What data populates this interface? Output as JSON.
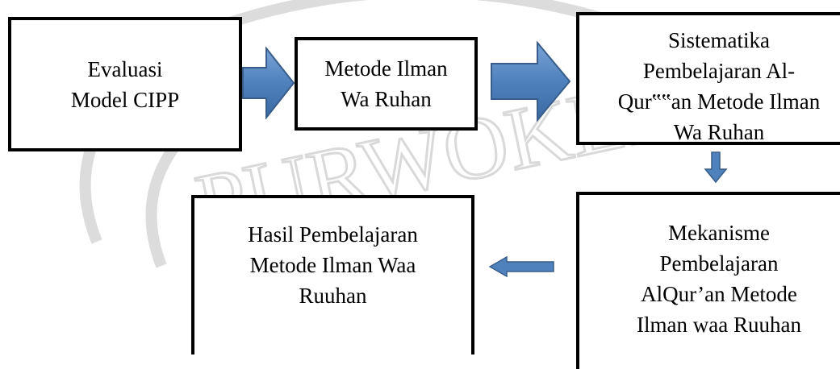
{
  "diagram": {
    "boxes": {
      "evaluasi": [
        "Evaluasi",
        "Model CIPP"
      ],
      "metode": [
        "Metode Ilman",
        "Wa Ruhan"
      ],
      "sistematika": [
        "Sistematika",
        "Pembelajaran Al-",
        "Qur‟‟an Metode Ilman",
        "Wa Ruhan"
      ],
      "mekanisme": [
        "Mekanisme",
        "Pembelajaran",
        "AlQur’an Metode",
        "Ilman waa Ruuhan"
      ],
      "hasil": [
        "Hasil Pembelajaran",
        "Metode Ilman Waa",
        "Ruuhan"
      ]
    },
    "colors": {
      "border": "#000000",
      "arrow_fill": "#4f81bd",
      "arrow_stroke": "#385d8a",
      "watermark": "#d9d9d9"
    }
  },
  "watermark": {
    "text": "PURWOKERTO"
  }
}
